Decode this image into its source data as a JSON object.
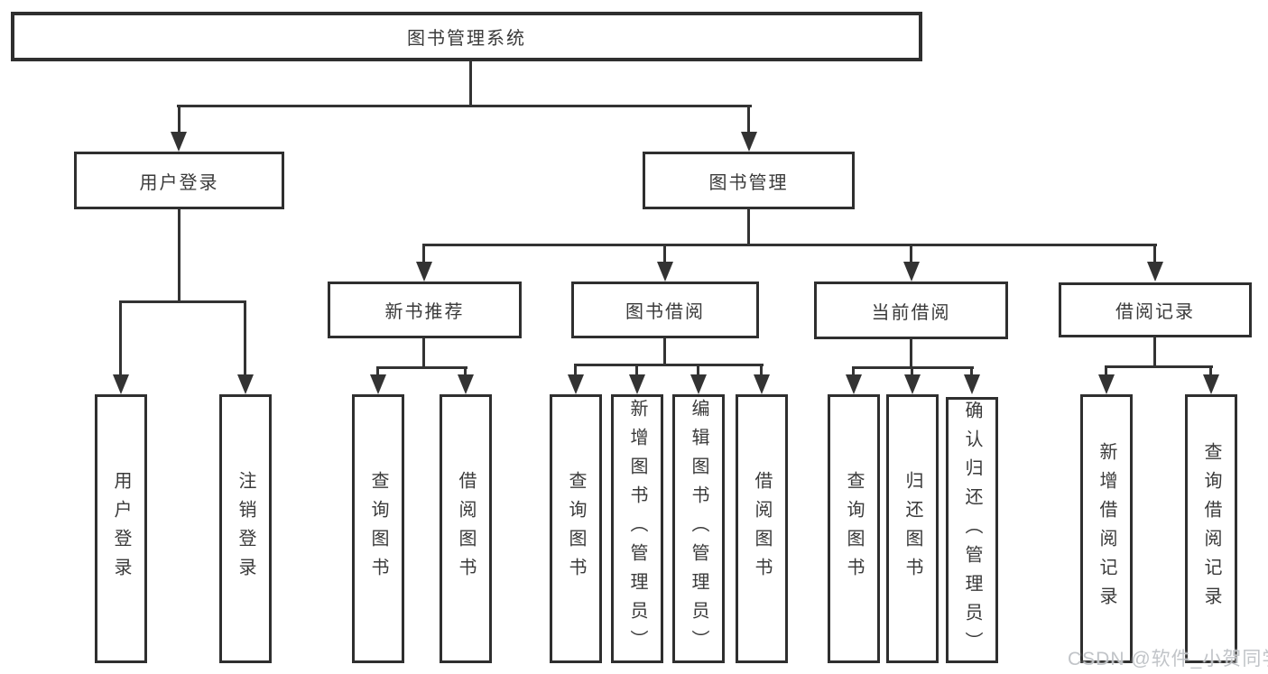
{
  "diagram": {
    "title": "图书管理系统",
    "root": "图书管理系统",
    "level2": {
      "user_login": "用户登录",
      "book_management": "图书管理"
    },
    "level3": {
      "new_book_recommend": "新书推荐",
      "book_borrowing": "图书借阅",
      "current_borrowing": "当前借阅",
      "borrowing_records": "借阅记录"
    },
    "leaves": {
      "user_login": "用户登录",
      "logout": "注销登录",
      "nbr_query_books": "查询图书",
      "nbr_borrow_books": "借阅图书",
      "bb_query_books": "查询图书",
      "bb_add_books": "新增图书（管理员）",
      "bb_edit_books": "编辑图书（管理员）",
      "bb_borrow_books": "借阅图书",
      "cb_query_books": "查询图书",
      "cb_return_books": "归还图书",
      "cb_confirm_return": "确认归还（管理员）",
      "br_add_record": "新增借阅记录",
      "br_query_record": "查询借阅记录"
    }
  },
  "watermark": "CSDN @软件_小贺同学",
  "colors": {
    "line": "#333333",
    "border": "#2f2f2f",
    "text": "#3a3a3a",
    "watermark": "#bec1c5",
    "background": "#ffffff"
  }
}
